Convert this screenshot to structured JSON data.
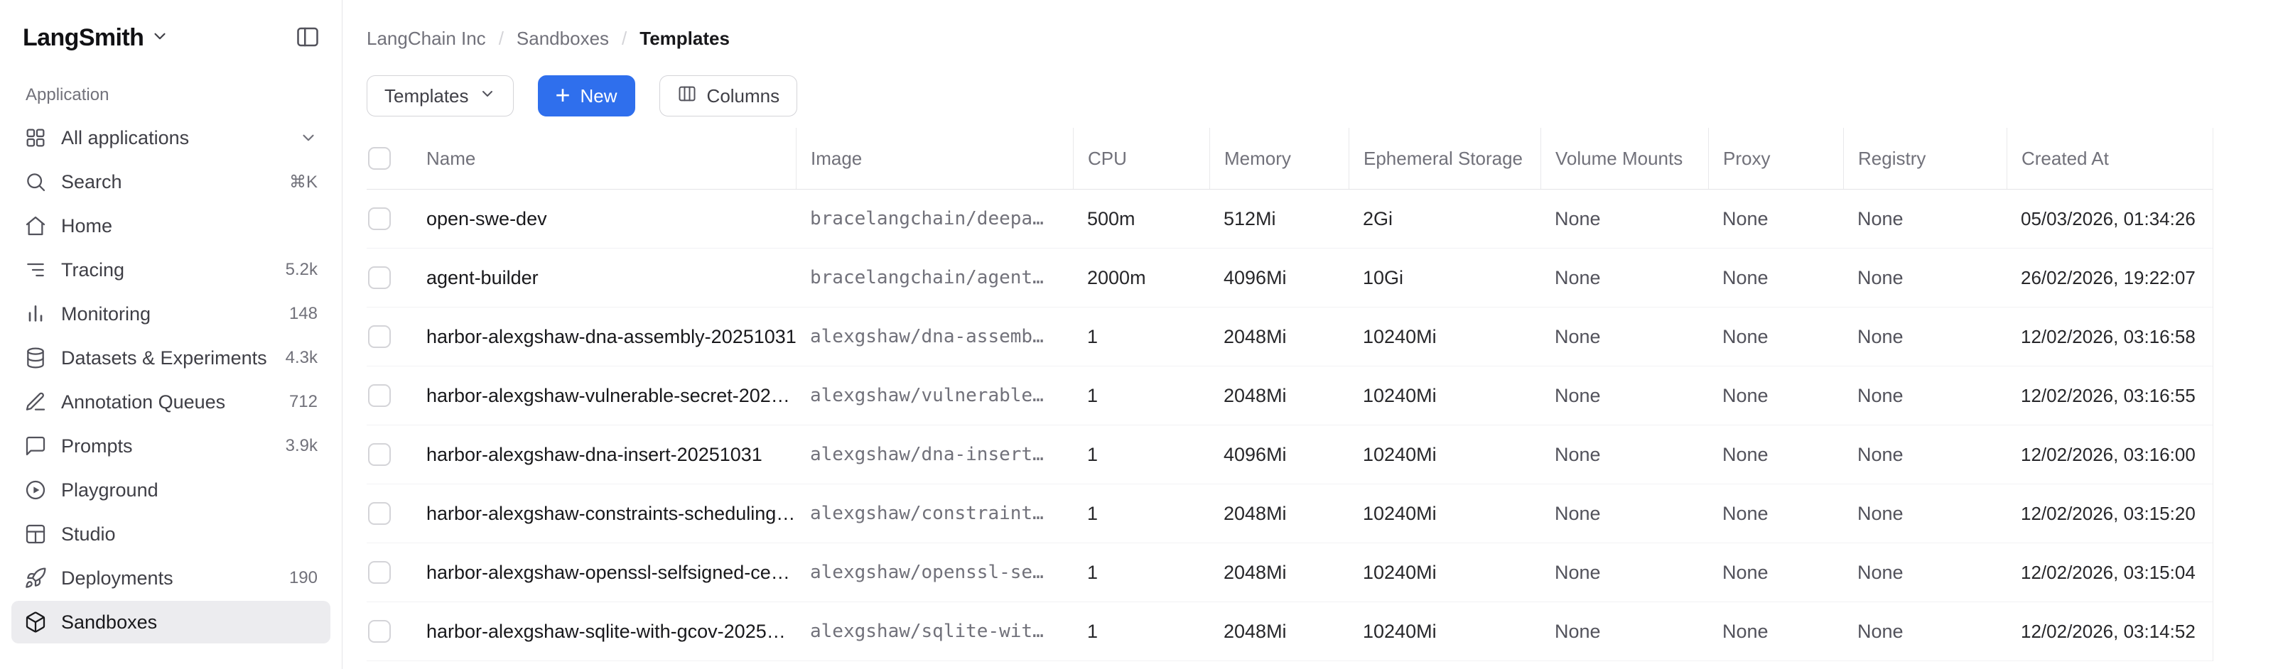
{
  "app": {
    "title": "LangSmith"
  },
  "colors": {
    "accent_blue": "#2F6FED",
    "selected_item_bg": "#ECECEF"
  },
  "sidebar": {
    "section_label": "Application",
    "items": [
      {
        "label": "All applications",
        "icon": "apps-icon",
        "trailing_icon": "chevron-down-icon"
      },
      {
        "label": "Search",
        "icon": "search-icon",
        "shortcut": "⌘K"
      },
      {
        "label": "Home",
        "icon": "home-icon"
      },
      {
        "label": "Tracing",
        "icon": "tracing-icon",
        "badge": "5.2k"
      },
      {
        "label": "Monitoring",
        "icon": "monitoring-icon",
        "badge": "148"
      },
      {
        "label": "Datasets & Experiments",
        "icon": "datasets-icon",
        "badge": "4.3k"
      },
      {
        "label": "Annotation Queues",
        "icon": "annotation-icon",
        "badge": "712"
      },
      {
        "label": "Prompts",
        "icon": "prompts-icon",
        "badge": "3.9k"
      },
      {
        "label": "Playground",
        "icon": "playground-icon"
      },
      {
        "label": "Studio",
        "icon": "studio-icon"
      },
      {
        "label": "Deployments",
        "icon": "deployments-icon",
        "badge": "190"
      },
      {
        "label": "Sandboxes",
        "icon": "sandboxes-icon",
        "selected": true
      }
    ]
  },
  "breadcrumb": {
    "separator": "/",
    "items": [
      "LangChain Inc",
      "Sandboxes",
      "Templates"
    ]
  },
  "toolbar": {
    "templates_button": "Templates",
    "new_button": "New",
    "columns_button": "Columns"
  },
  "table": {
    "headers": [
      "Name",
      "Image",
      "CPU",
      "Memory",
      "Ephemeral Storage",
      "Volume Mounts",
      "Proxy",
      "Registry",
      "Created At"
    ],
    "rows": [
      {
        "name": "open-swe-dev",
        "image": "bracelangchain/deepa…",
        "cpu": "500m",
        "memory": "512Mi",
        "ephemeral_storage": "2Gi",
        "volume_mounts": "None",
        "proxy": "None",
        "registry": "None",
        "created_at": "05/03/2026, 01:34:26"
      },
      {
        "name": "agent-builder",
        "image": "bracelangchain/agent…",
        "cpu": "2000m",
        "memory": "4096Mi",
        "ephemeral_storage": "10Gi",
        "volume_mounts": "None",
        "proxy": "None",
        "registry": "None",
        "created_at": "26/02/2026, 19:22:07"
      },
      {
        "name": "harbor-alexgshaw-dna-assembly-20251031",
        "image": "alexgshaw/dna-assemb…",
        "cpu": "1",
        "memory": "2048Mi",
        "ephemeral_storage": "10240Mi",
        "volume_mounts": "None",
        "proxy": "None",
        "registry": "None",
        "created_at": "12/02/2026, 03:16:58"
      },
      {
        "name": "harbor-alexgshaw-vulnerable-secret-202…",
        "image": "alexgshaw/vulnerable…",
        "cpu": "1",
        "memory": "2048Mi",
        "ephemeral_storage": "10240Mi",
        "volume_mounts": "None",
        "proxy": "None",
        "registry": "None",
        "created_at": "12/02/2026, 03:16:55"
      },
      {
        "name": "harbor-alexgshaw-dna-insert-20251031",
        "image": "alexgshaw/dna-insert…",
        "cpu": "1",
        "memory": "4096Mi",
        "ephemeral_storage": "10240Mi",
        "volume_mounts": "None",
        "proxy": "None",
        "registry": "None",
        "created_at": "12/02/2026, 03:16:00"
      },
      {
        "name": "harbor-alexgshaw-constraints-scheduling…",
        "image": "alexgshaw/constraint…",
        "cpu": "1",
        "memory": "2048Mi",
        "ephemeral_storage": "10240Mi",
        "volume_mounts": "None",
        "proxy": "None",
        "registry": "None",
        "created_at": "12/02/2026, 03:15:20"
      },
      {
        "name": "harbor-alexgshaw-openssl-selfsigned-ce…",
        "image": "alexgshaw/openssl-se…",
        "cpu": "1",
        "memory": "2048Mi",
        "ephemeral_storage": "10240Mi",
        "volume_mounts": "None",
        "proxy": "None",
        "registry": "None",
        "created_at": "12/02/2026, 03:15:04"
      },
      {
        "name": "harbor-alexgshaw-sqlite-with-gcov-2025…",
        "image": "alexgshaw/sqlite-wit…",
        "cpu": "1",
        "memory": "2048Mi",
        "ephemeral_storage": "10240Mi",
        "volume_mounts": "None",
        "proxy": "None",
        "registry": "None",
        "created_at": "12/02/2026, 03:14:52"
      }
    ]
  }
}
